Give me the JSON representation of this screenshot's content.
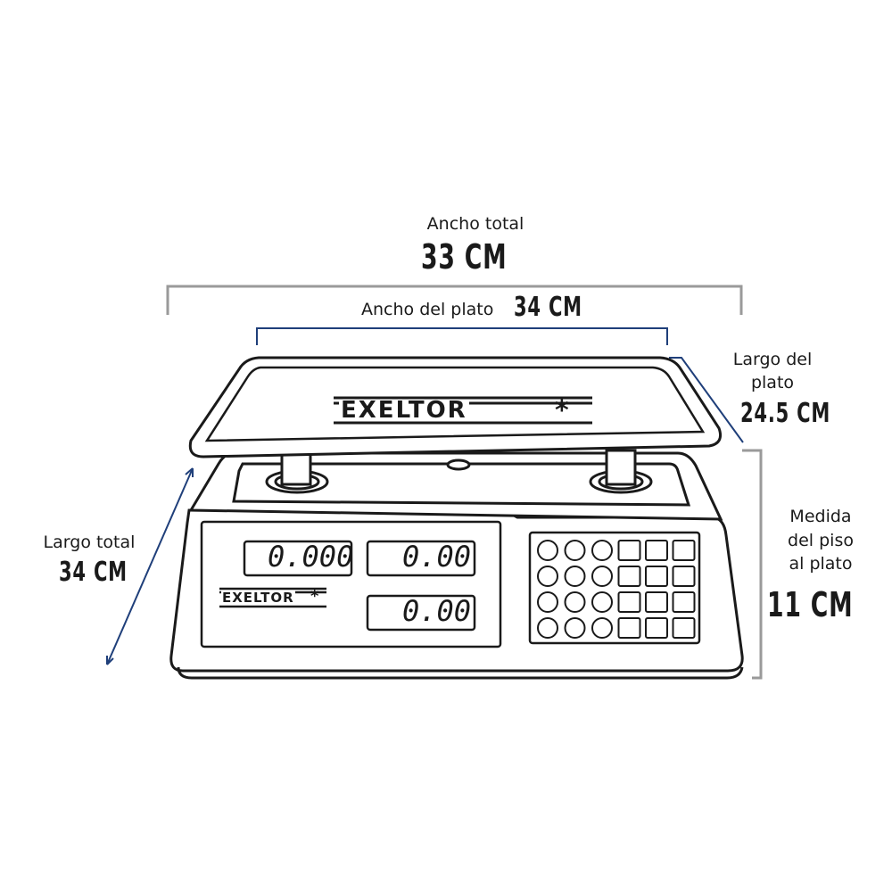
{
  "dimensions": {
    "total_width": {
      "label": "Ancho total",
      "value": "33 CM"
    },
    "plate_width": {
      "label": "Ancho del plato",
      "value": "34 CM"
    },
    "plate_length": {
      "label_line1": "Largo del",
      "label_line2": "plato",
      "value": "24.5 CM"
    },
    "total_length": {
      "label": "Largo total",
      "value": "34 CM"
    },
    "floor_to_plate": {
      "label_line1": "Medida",
      "label_line2": "del piso",
      "label_line3": "al plato",
      "value": "11 CM"
    }
  },
  "product": {
    "brand": "EXELTOR",
    "brand_mark": "*",
    "display_weight": "0.000",
    "display_price": "0.00",
    "display_total": "0.00"
  },
  "colors": {
    "outline": "#1a1a1a",
    "gray_dimension_line": "#9a9a9a",
    "blue_dimension_line": "#1f3f7a"
  }
}
